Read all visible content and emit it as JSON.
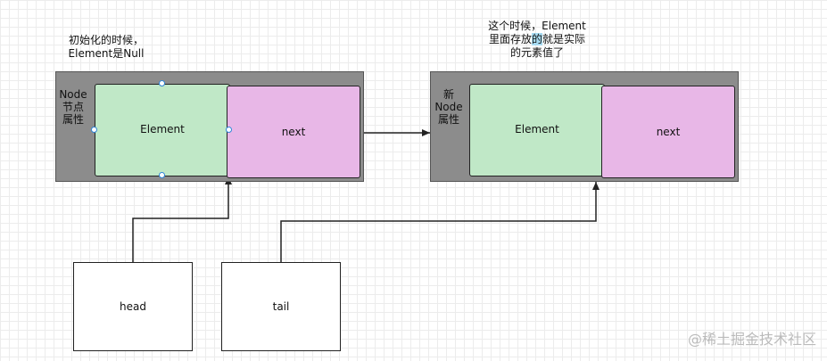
{
  "notes": {
    "init": [
      "初始化的时候，",
      "Element是Null"
    ],
    "later_line1": "这个时候，Element",
    "later_line2_pre": "里面存放",
    "later_line2_hl": "的",
    "later_line2_post": "就是实际",
    "later_line3": "的元素值了"
  },
  "node1": {
    "label": [
      "Node",
      "节点",
      "属性"
    ],
    "element": "Element",
    "next": "next"
  },
  "node2": {
    "label": [
      "新",
      "Node",
      "属性"
    ],
    "element": "Element",
    "next": "next"
  },
  "pointers": {
    "head": "head",
    "tail": "tail"
  },
  "watermark": "@稀土掘金技术社区",
  "colors": {
    "node_frame": "#8c8c8c",
    "element_fill": "#c0e8c7",
    "next_fill": "#e8b7e7",
    "selection_handle": "#2f86d9"
  }
}
